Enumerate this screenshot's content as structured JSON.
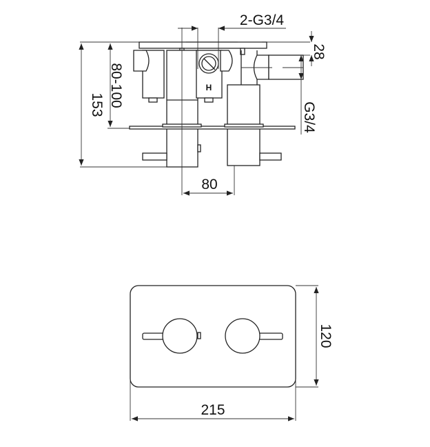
{
  "side_view": {
    "dim_total_depth": "153",
    "dim_wall_depth": "80-100",
    "dim_inlets": "2-G3/4",
    "dim_outlet_offset": "28",
    "dim_outlet": "G3/4",
    "dim_center_spacing": "80",
    "hot_marker": "H"
  },
  "front_view": {
    "dim_height": "120",
    "dim_width": "215"
  },
  "colors": {
    "line": "#222222",
    "background": "#ffffff"
  }
}
